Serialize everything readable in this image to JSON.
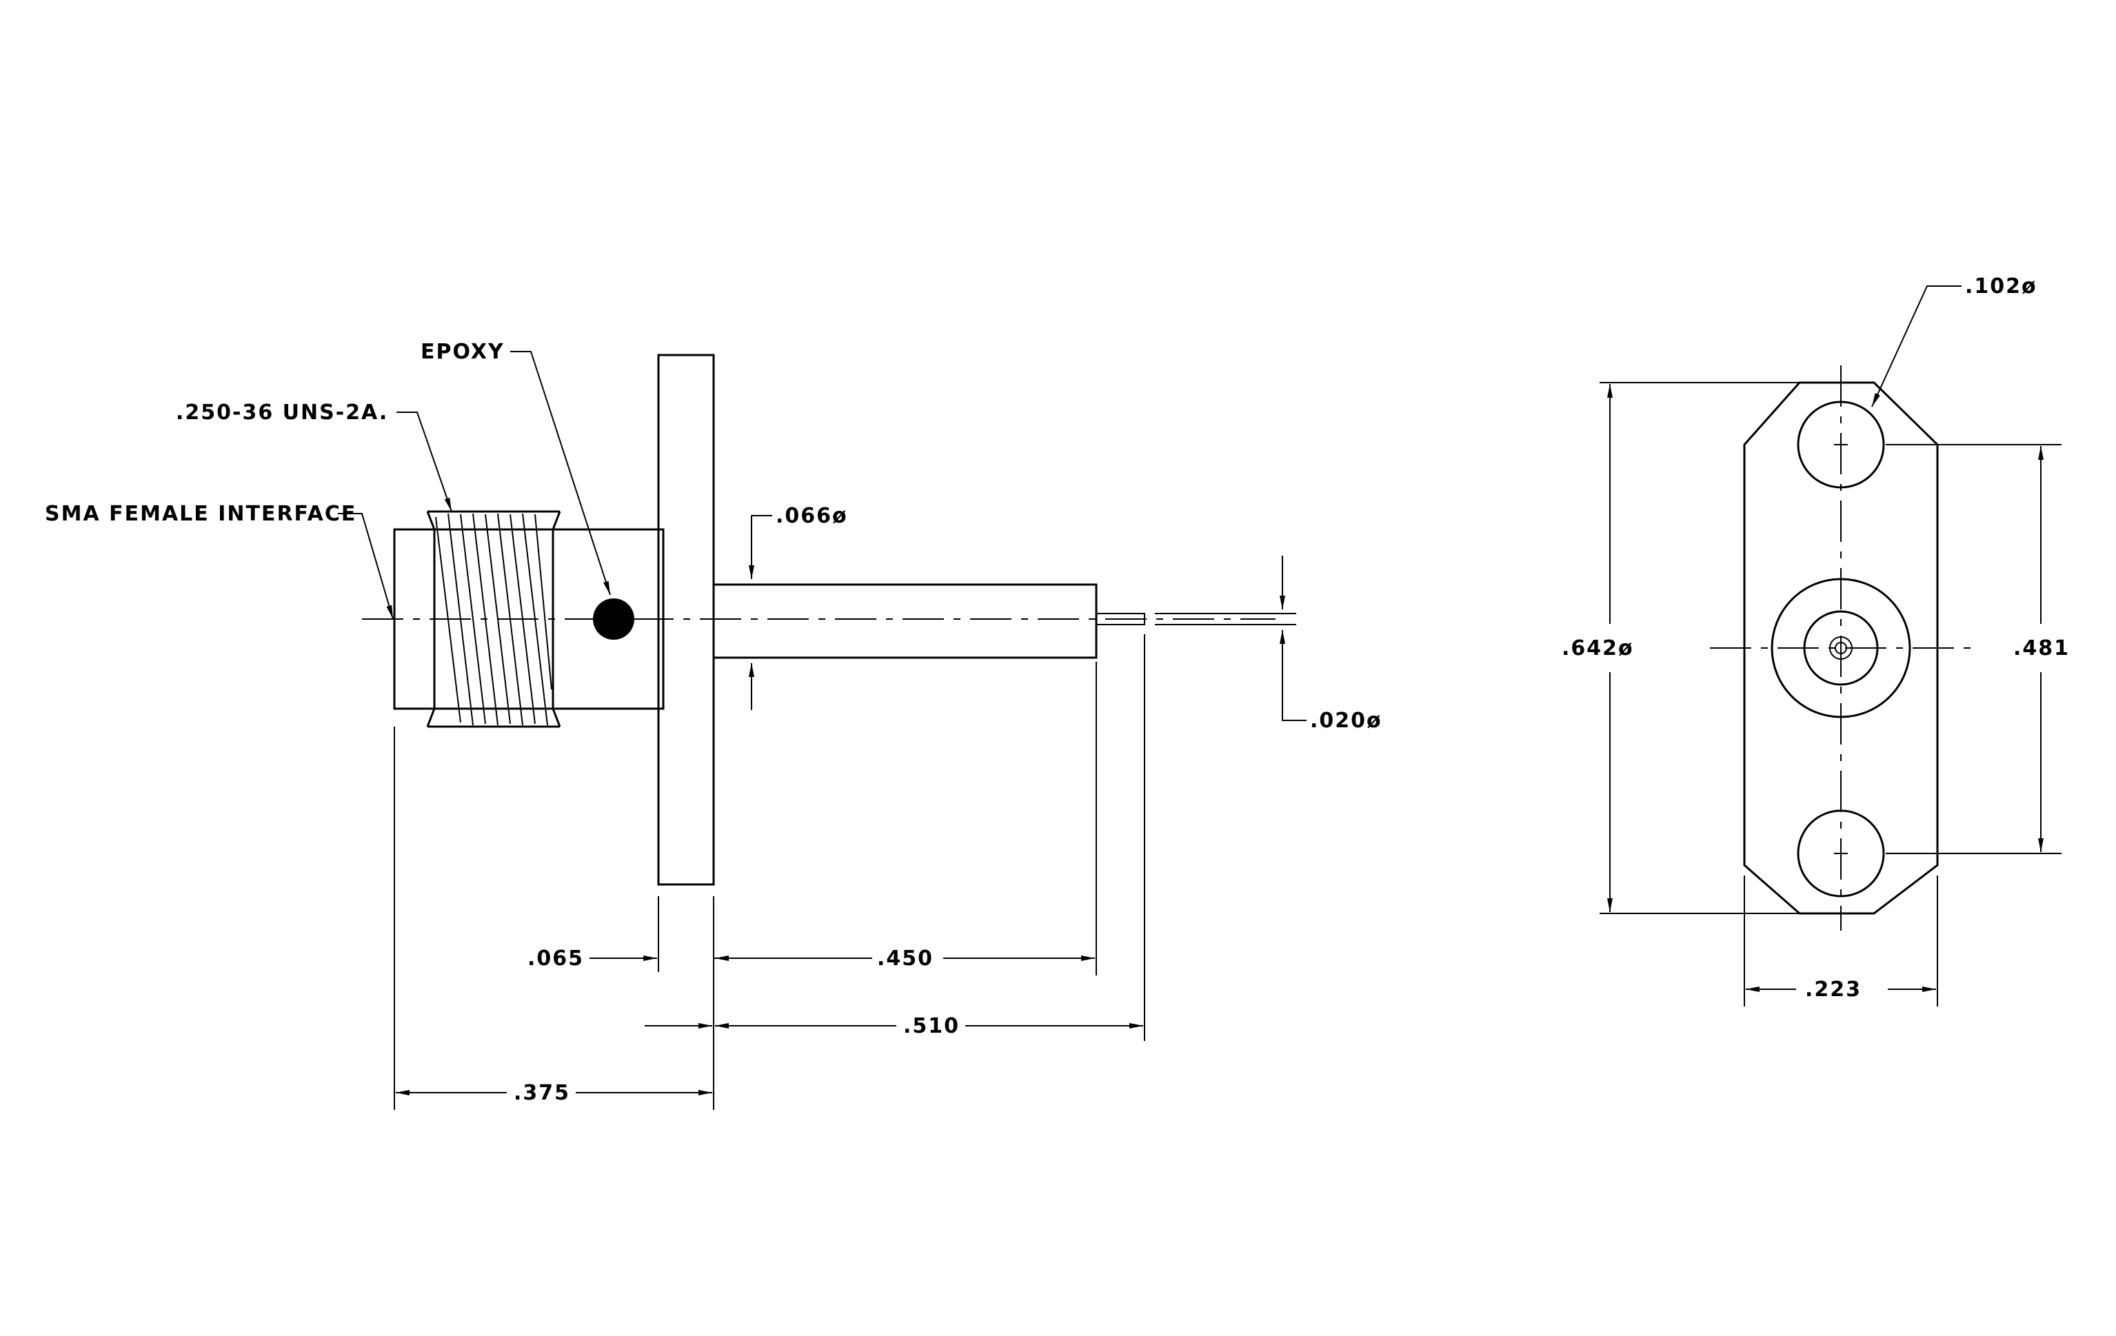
{
  "labels": {
    "epoxy": "EPOXY",
    "thread": ".250-36 UNS-2A.",
    "interface": "SMA FEMALE INTERFACE",
    "pin_dia": ".066ø",
    "tip_dia": ".020ø",
    "flange_thk": ".065",
    "body_len": ".450",
    "pin_len": ".510",
    "front_len": ".375",
    "hole_dia": ".102ø",
    "flange_len": ".642ø",
    "hole_spacing": ".481",
    "flange_width": ".223"
  }
}
